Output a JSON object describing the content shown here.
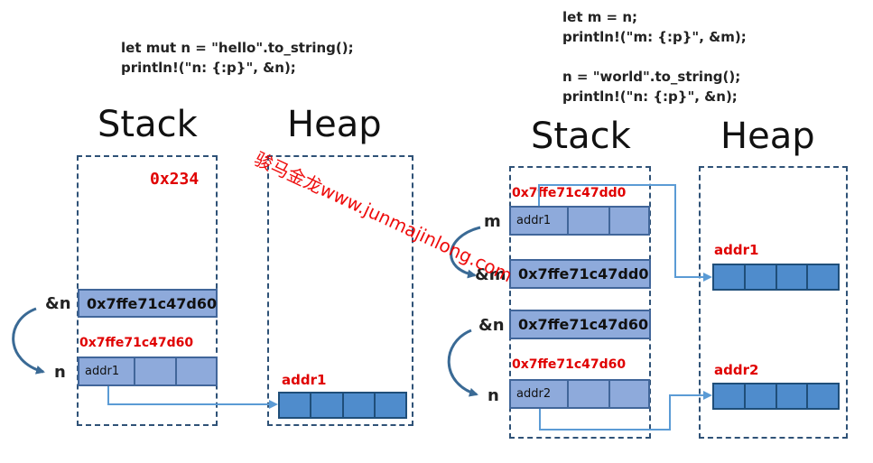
{
  "left": {
    "code": [
      "let mut n = \"hello\".to_string();",
      "println!(\"n: {:p}\", &n);"
    ],
    "stack_title": "Stack",
    "heap_title": "Heap",
    "stack_top_addr": "0x234",
    "ref_label": "&n",
    "ref_value": "0x7ffe71c47d60",
    "var_addr": "0x7ffe71c47d60",
    "var_label": "n",
    "var_cell": "addr1",
    "heap_addr": "addr1"
  },
  "right": {
    "code": [
      "let m = n;",
      "println!(\"m: {:p}\", &m);",
      "",
      "n = \"world\".to_string();",
      "println!(\"n: {:p}\", &n);"
    ],
    "stack_title": "Stack",
    "heap_title": "Heap",
    "m_addr": "0x7ffe71c47dd0",
    "m_label": "m",
    "m_cell": "addr1",
    "mref_label": "&m",
    "mref_value": "0x7ffe71c47dd0",
    "nref_label": "&n",
    "nref_value": "0x7ffe71c47d60",
    "n_addr": "0x7ffe71c47d60",
    "n_label": "n",
    "n_cell": "addr2",
    "heap_addr1": "addr1",
    "heap_addr2": "addr2"
  },
  "watermark": "骏马金龙www.junmajinlong.com",
  "colors": {
    "red": "#e00000",
    "cell": "#8eaadb",
    "heap": "#4f8ccc",
    "border": "#2f5277",
    "arrow": "#5b9bd5"
  }
}
